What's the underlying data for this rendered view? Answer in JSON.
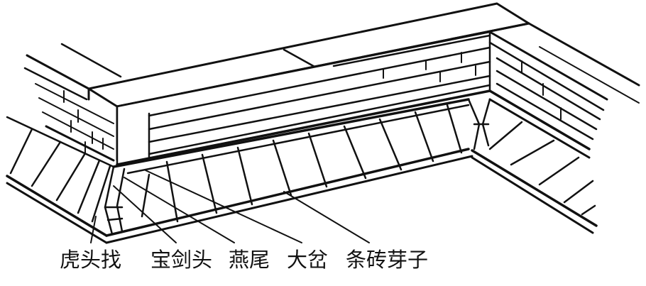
{
  "labels": [
    "虎头找",
    "宝剑头",
    "燕尾",
    "大岔",
    "条砖芽子"
  ]
}
